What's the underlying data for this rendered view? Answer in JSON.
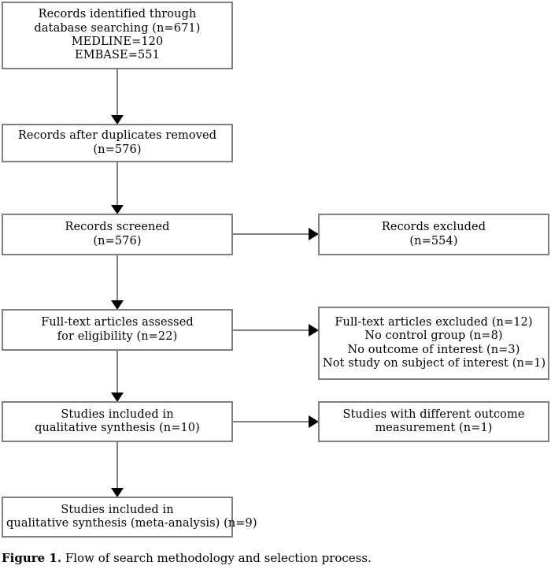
{
  "figure": {
    "caption_label": "Figure 1.",
    "caption_text": " Flow of search methodology and selection process."
  },
  "style": {
    "box_border_color": "#808080",
    "arrow_color": "#808080",
    "arrowhead_color": "#000000",
    "background": "#ffffff",
    "text_color": "#000000"
  },
  "diagram": {
    "type": "prisma-flow-diagram",
    "boxes": [
      {
        "id": "identified",
        "lines": [
          "Records identified through",
          "database searching (n=671)",
          "MEDLINE=120",
          "EMBASE=551"
        ]
      },
      {
        "id": "duplicates",
        "lines": [
          "Records after duplicates removed",
          "(n=576)"
        ]
      },
      {
        "id": "screened",
        "lines": [
          "Records screened",
          "(n=576)"
        ]
      },
      {
        "id": "excluded",
        "lines": [
          "Records excluded",
          "(n=554)"
        ]
      },
      {
        "id": "fulltext",
        "lines": [
          "Full-text articles assessed",
          "for eligibility (n=22)"
        ]
      },
      {
        "id": "fulltext_excluded",
        "lines": [
          "Full-text articles excluded (n=12)",
          "No control group (n=8)",
          "No outcome of interest (n=3)",
          "Not study on subject of interest (n=1)"
        ]
      },
      {
        "id": "qualitative",
        "lines": [
          "Studies included in",
          "qualitative synthesis (n=10)"
        ]
      },
      {
        "id": "different_outcome",
        "lines": [
          "Studies with different outcome",
          "measurement (n=1)"
        ]
      },
      {
        "id": "meta",
        "lines": [
          "Studies included in",
          "qualitative synthesis (meta-analysis) (n=9)"
        ]
      }
    ],
    "connectors": [
      {
        "id": "identified-to-duplicates",
        "from": "identified",
        "to": "duplicates",
        "direction": "down"
      },
      {
        "id": "duplicates-to-screened",
        "from": "duplicates",
        "to": "screened",
        "direction": "down"
      },
      {
        "id": "screened-to-excluded",
        "from": "screened",
        "to": "excluded",
        "direction": "right"
      },
      {
        "id": "screened-to-fulltext",
        "from": "screened",
        "to": "fulltext",
        "direction": "down"
      },
      {
        "id": "fulltext-to-fulltext-excluded",
        "from": "fulltext",
        "to": "fulltext_excluded",
        "direction": "right"
      },
      {
        "id": "fulltext-to-qualitative",
        "from": "fulltext",
        "to": "qualitative",
        "direction": "down"
      },
      {
        "id": "qualitative-to-different-outcome",
        "from": "qualitative",
        "to": "different_outcome",
        "direction": "right"
      },
      {
        "id": "qualitative-to-meta",
        "from": "qualitative",
        "to": "meta",
        "direction": "down"
      }
    ]
  }
}
